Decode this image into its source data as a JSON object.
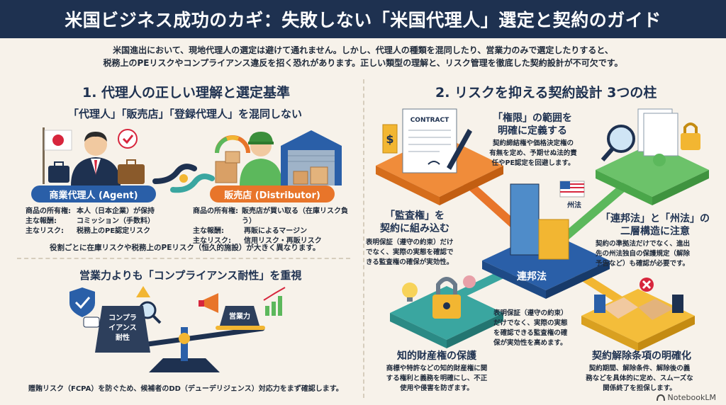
{
  "header": {
    "title": "米国ビジネス成功のカギ：失敗しない「米国代理人」選定と契約のガイド"
  },
  "intro": {
    "line1": "米国進出において、現地代理人の選定は避けて通れません。しかし、代理人の種類を混同したり、営業力のみで選定したりすると、",
    "line2": "税務上のPEリスクやコンプライアンス違反を招く恐れがあります。正しい類型の理解と、リスク管理を徹底した契約設計が不可欠です。"
  },
  "left": {
    "title": "1. 代理人の正しい理解と選定基準",
    "subtitle1": "「代理人」「販売店」「登録代理人」を混同しない",
    "agent": {
      "label": "商業代理人 (Agent)",
      "rows": [
        {
          "k": "商品の所有権:",
          "v": "本人（日本企業）が保持"
        },
        {
          "k": "主な報酬:",
          "v": "コミッション（手数料）"
        },
        {
          "k": "主なリスク:",
          "v": "税務上のPE認定リスク"
        }
      ]
    },
    "distributor": {
      "label": "販売店 (Distributor)",
      "rows": [
        {
          "k": "商品の所有権:",
          "v": "販売店が買い取る（在庫リスク負う）"
        },
        {
          "k": "主な報酬:",
          "v": "再販によるマージン"
        },
        {
          "k": "主なリスク:",
          "v": "信用リスク・再販リスク"
        }
      ]
    },
    "note1": "役割ごとに在庫リスクや税務上のPEリスク（恒久的施設）が大きく異なります。",
    "subtitle2": "営業力よりも「コンプライアンス耐性」を重視",
    "weight_left": [
      "コンプラ",
      "イアンス",
      "耐性"
    ],
    "weight_right": "営業力",
    "note2": "贈賄リスク（FCPA）を防ぐため、候補者のDD（デューデリジェンス）対応力をまず確認します。"
  },
  "right": {
    "title": "2. リスクを抑える契約設計 3つの柱",
    "contract_doc_label": "CONTRACT",
    "authority": {
      "title": [
        "「権限」の範囲を",
        "明確に定義する"
      ],
      "text": [
        "契約締結権や価格決定権の",
        "有無を定め、予期せぬ法的責",
        "任やPE認定を回避します。"
      ]
    },
    "audit": {
      "title": [
        "「監査権」を",
        "契約に組み込む"
      ],
      "text": [
        "表明保証（遵守の約束）だけ",
        "でなく、実際の実態を確認で",
        "きる監査権の確保が実効性。"
      ]
    },
    "federal": {
      "title": [
        "「連邦法」と「州法」の",
        "二層構造に注意"
      ],
      "text": [
        "契約の準拠法だけでなく、進出",
        "先の州法独自の保護規定（解除",
        "予告など）も確認が必要です。"
      ]
    },
    "center_label": "連邦法",
    "state_label": "州法",
    "audit_center": {
      "text": [
        "表明保証（遵守の約束）",
        "だけでなく、実際の実態",
        "を確認できる監査権の確",
        "保が実効性を高めます。"
      ]
    },
    "ip": {
      "title": "知的財産権の保護",
      "text": [
        "商標や特許などの知的財産権に関",
        "する権利と義務を明確にし、不正",
        "使用や侵害を防ぎます。"
      ]
    },
    "termination": {
      "title": "契約解除条項の明確化",
      "text": [
        "契約期間、解除条件、解除後の義",
        "務などを具体的に定め、スムーズな",
        "関係終了を担保します。"
      ]
    }
  },
  "footer": {
    "brand": "NotebookLM"
  },
  "colors": {
    "navy": "#1e3150",
    "blue": "#2a5fa8",
    "orange": "#e8752a",
    "teal": "#3aa6a0",
    "yellow": "#f2b632",
    "green": "#5cb85c",
    "bg": "#f7f2ea"
  }
}
